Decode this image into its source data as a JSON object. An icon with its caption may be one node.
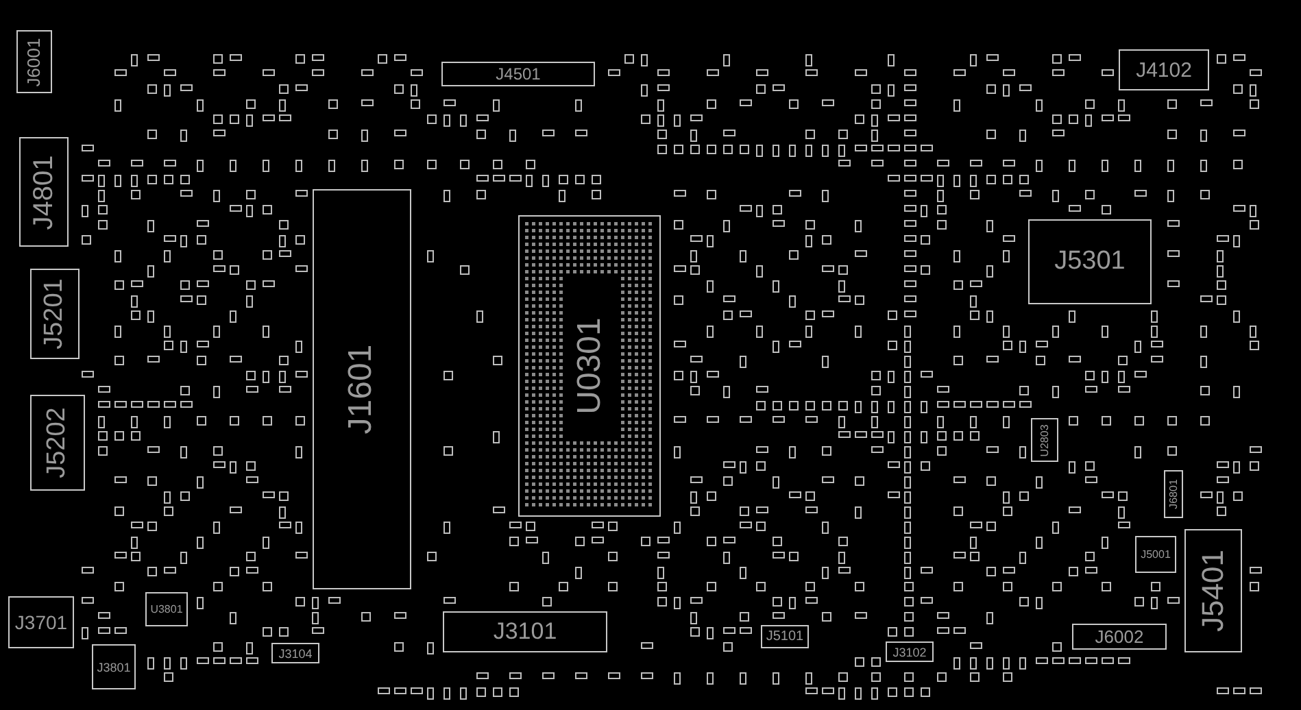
{
  "diagram": {
    "nodes": [
      {
        "text": [
          "J6001"
        ]
      },
      {
        "text": [
          "J4501"
        ]
      },
      {
        "text": [
          "J4102"
        ]
      },
      {
        "text": [
          "J4801"
        ]
      },
      {
        "text": [
          "J5201"
        ]
      },
      {
        "text": [
          "J5202"
        ]
      },
      {
        "text": [
          "J1601"
        ]
      },
      {
        "text": [
          "U0301"
        ]
      },
      {
        "text": [
          "J5301"
        ]
      },
      {
        "text": [
          "U2803"
        ]
      },
      {
        "text": [
          "J6801"
        ]
      },
      {
        "text": [
          "J5001"
        ]
      },
      {
        "text": [
          "J5401"
        ]
      },
      {
        "text": [
          "J3701"
        ]
      },
      {
        "text": [
          "U3801"
        ]
      },
      {
        "text": [
          "J3801"
        ]
      },
      {
        "text": [
          "J3104"
        ]
      },
      {
        "text": [
          "J3101"
        ]
      },
      {
        "text": [
          "J5101"
        ]
      },
      {
        "text": [
          "J3102"
        ]
      },
      {
        "text": [
          "J6002"
        ]
      }
    ]
  }
}
